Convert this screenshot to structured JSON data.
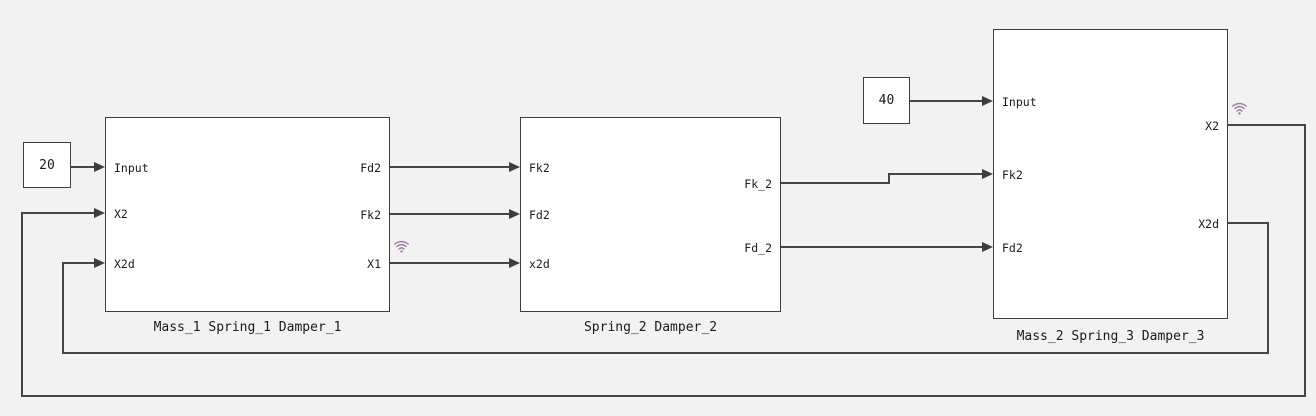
{
  "canvas": {
    "background": "#f2f2f2",
    "wire_color": "#454545",
    "block_fill": "#ffffff",
    "block_border": "#3d3d3d",
    "text_color": "#1a1a1a",
    "wireless_icon_color": "#9d7aa0"
  },
  "constants": [
    {
      "value": "20"
    },
    {
      "value": "40"
    }
  ],
  "blocks": {
    "mass1_spring1_damper1": {
      "label": "Mass_1 Spring_1 Damper_1",
      "inputs": [
        "Input",
        "X2",
        "X2d"
      ],
      "outputs": [
        "Fd2",
        "Fk2",
        "X1"
      ]
    },
    "spring2_damper2": {
      "label": "Spring_2 Damper_2",
      "inputs": [
        "Fk2",
        "Fd2",
        "x2d"
      ],
      "outputs": [
        "Fk_2",
        "Fd_2"
      ]
    },
    "mass2_spring3_damper3": {
      "label": "Mass_2 Spring_3 Damper_3",
      "inputs": [
        "Input",
        "Fk2",
        "Fd2"
      ],
      "outputs": [
        "X2",
        "X2d"
      ]
    }
  }
}
